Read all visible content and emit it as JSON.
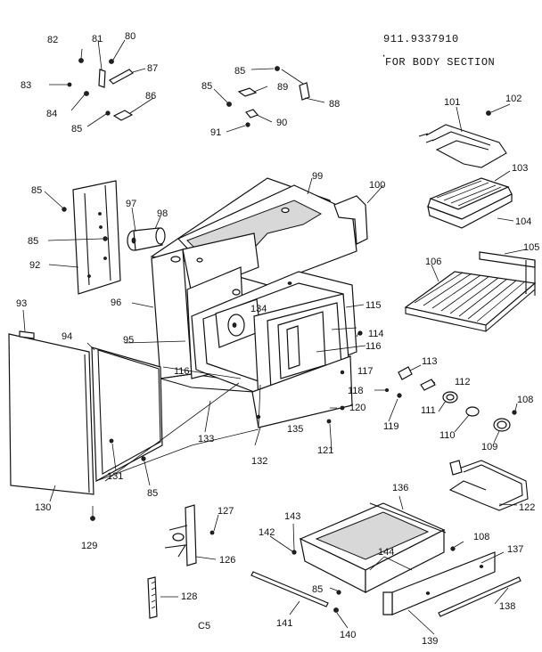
{
  "header": {
    "model_number": "911.9337910",
    "section_title": "FOR BODY SECTION"
  },
  "footer_code": "C5",
  "callouts": [
    {
      "id": "c80",
      "text": "80"
    },
    {
      "id": "c81",
      "text": "81"
    },
    {
      "id": "c82",
      "text": "82"
    },
    {
      "id": "c83",
      "text": "83"
    },
    {
      "id": "c84",
      "text": "84"
    },
    {
      "id": "c85a",
      "text": "85"
    },
    {
      "id": "c86",
      "text": "86"
    },
    {
      "id": "c87",
      "text": "87"
    },
    {
      "id": "c85b",
      "text": "85"
    },
    {
      "id": "c85c",
      "text": "85"
    },
    {
      "id": "c88",
      "text": "88"
    },
    {
      "id": "c89",
      "text": "89"
    },
    {
      "id": "c90",
      "text": "90"
    },
    {
      "id": "c91",
      "text": "91"
    },
    {
      "id": "c101",
      "text": "101"
    },
    {
      "id": "c102",
      "text": "102"
    },
    {
      "id": "c103",
      "text": "103"
    },
    {
      "id": "c104",
      "text": "104"
    },
    {
      "id": "c105",
      "text": "105"
    },
    {
      "id": "c106",
      "text": "106"
    },
    {
      "id": "c85d",
      "text": "85"
    },
    {
      "id": "c97",
      "text": "97"
    },
    {
      "id": "c98",
      "text": "98"
    },
    {
      "id": "c99",
      "text": "99"
    },
    {
      "id": "c100",
      "text": "100"
    },
    {
      "id": "c85e",
      "text": "85"
    },
    {
      "id": "c92",
      "text": "92"
    },
    {
      "id": "c96",
      "text": "96"
    },
    {
      "id": "c134",
      "text": "134"
    },
    {
      "id": "c115",
      "text": "115"
    },
    {
      "id": "c114",
      "text": "114"
    },
    {
      "id": "c93",
      "text": "93"
    },
    {
      "id": "c94",
      "text": "94"
    },
    {
      "id": "c95",
      "text": "95"
    },
    {
      "id": "c116a",
      "text": "116"
    },
    {
      "id": "c116b",
      "text": "116"
    },
    {
      "id": "c117",
      "text": "117"
    },
    {
      "id": "c113",
      "text": "113"
    },
    {
      "id": "c112",
      "text": "112"
    },
    {
      "id": "c118",
      "text": "118"
    },
    {
      "id": "c119",
      "text": "119"
    },
    {
      "id": "c111",
      "text": "111"
    },
    {
      "id": "c108a",
      "text": "108"
    },
    {
      "id": "c120",
      "text": "120"
    },
    {
      "id": "c135",
      "text": "135"
    },
    {
      "id": "c133",
      "text": "133"
    },
    {
      "id": "c131",
      "text": "131"
    },
    {
      "id": "c132",
      "text": "132"
    },
    {
      "id": "c121",
      "text": "121"
    },
    {
      "id": "c110",
      "text": "110"
    },
    {
      "id": "c109",
      "text": "109"
    },
    {
      "id": "c85f",
      "text": "85"
    },
    {
      "id": "c130",
      "text": "130"
    },
    {
      "id": "c129",
      "text": "129"
    },
    {
      "id": "c136",
      "text": "136"
    },
    {
      "id": "c122",
      "text": "122"
    },
    {
      "id": "c127",
      "text": "127"
    },
    {
      "id": "c143",
      "text": "143"
    },
    {
      "id": "c142",
      "text": "142"
    },
    {
      "id": "c108b",
      "text": "108"
    },
    {
      "id": "c137",
      "text": "137"
    },
    {
      "id": "c126",
      "text": "126"
    },
    {
      "id": "c144",
      "text": "144"
    },
    {
      "id": "c128",
      "text": "128"
    },
    {
      "id": "c85g",
      "text": "85"
    },
    {
      "id": "c138",
      "text": "138"
    },
    {
      "id": "c141",
      "text": "141"
    },
    {
      "id": "c140",
      "text": "140"
    },
    {
      "id": "c139",
      "text": "139"
    }
  ]
}
